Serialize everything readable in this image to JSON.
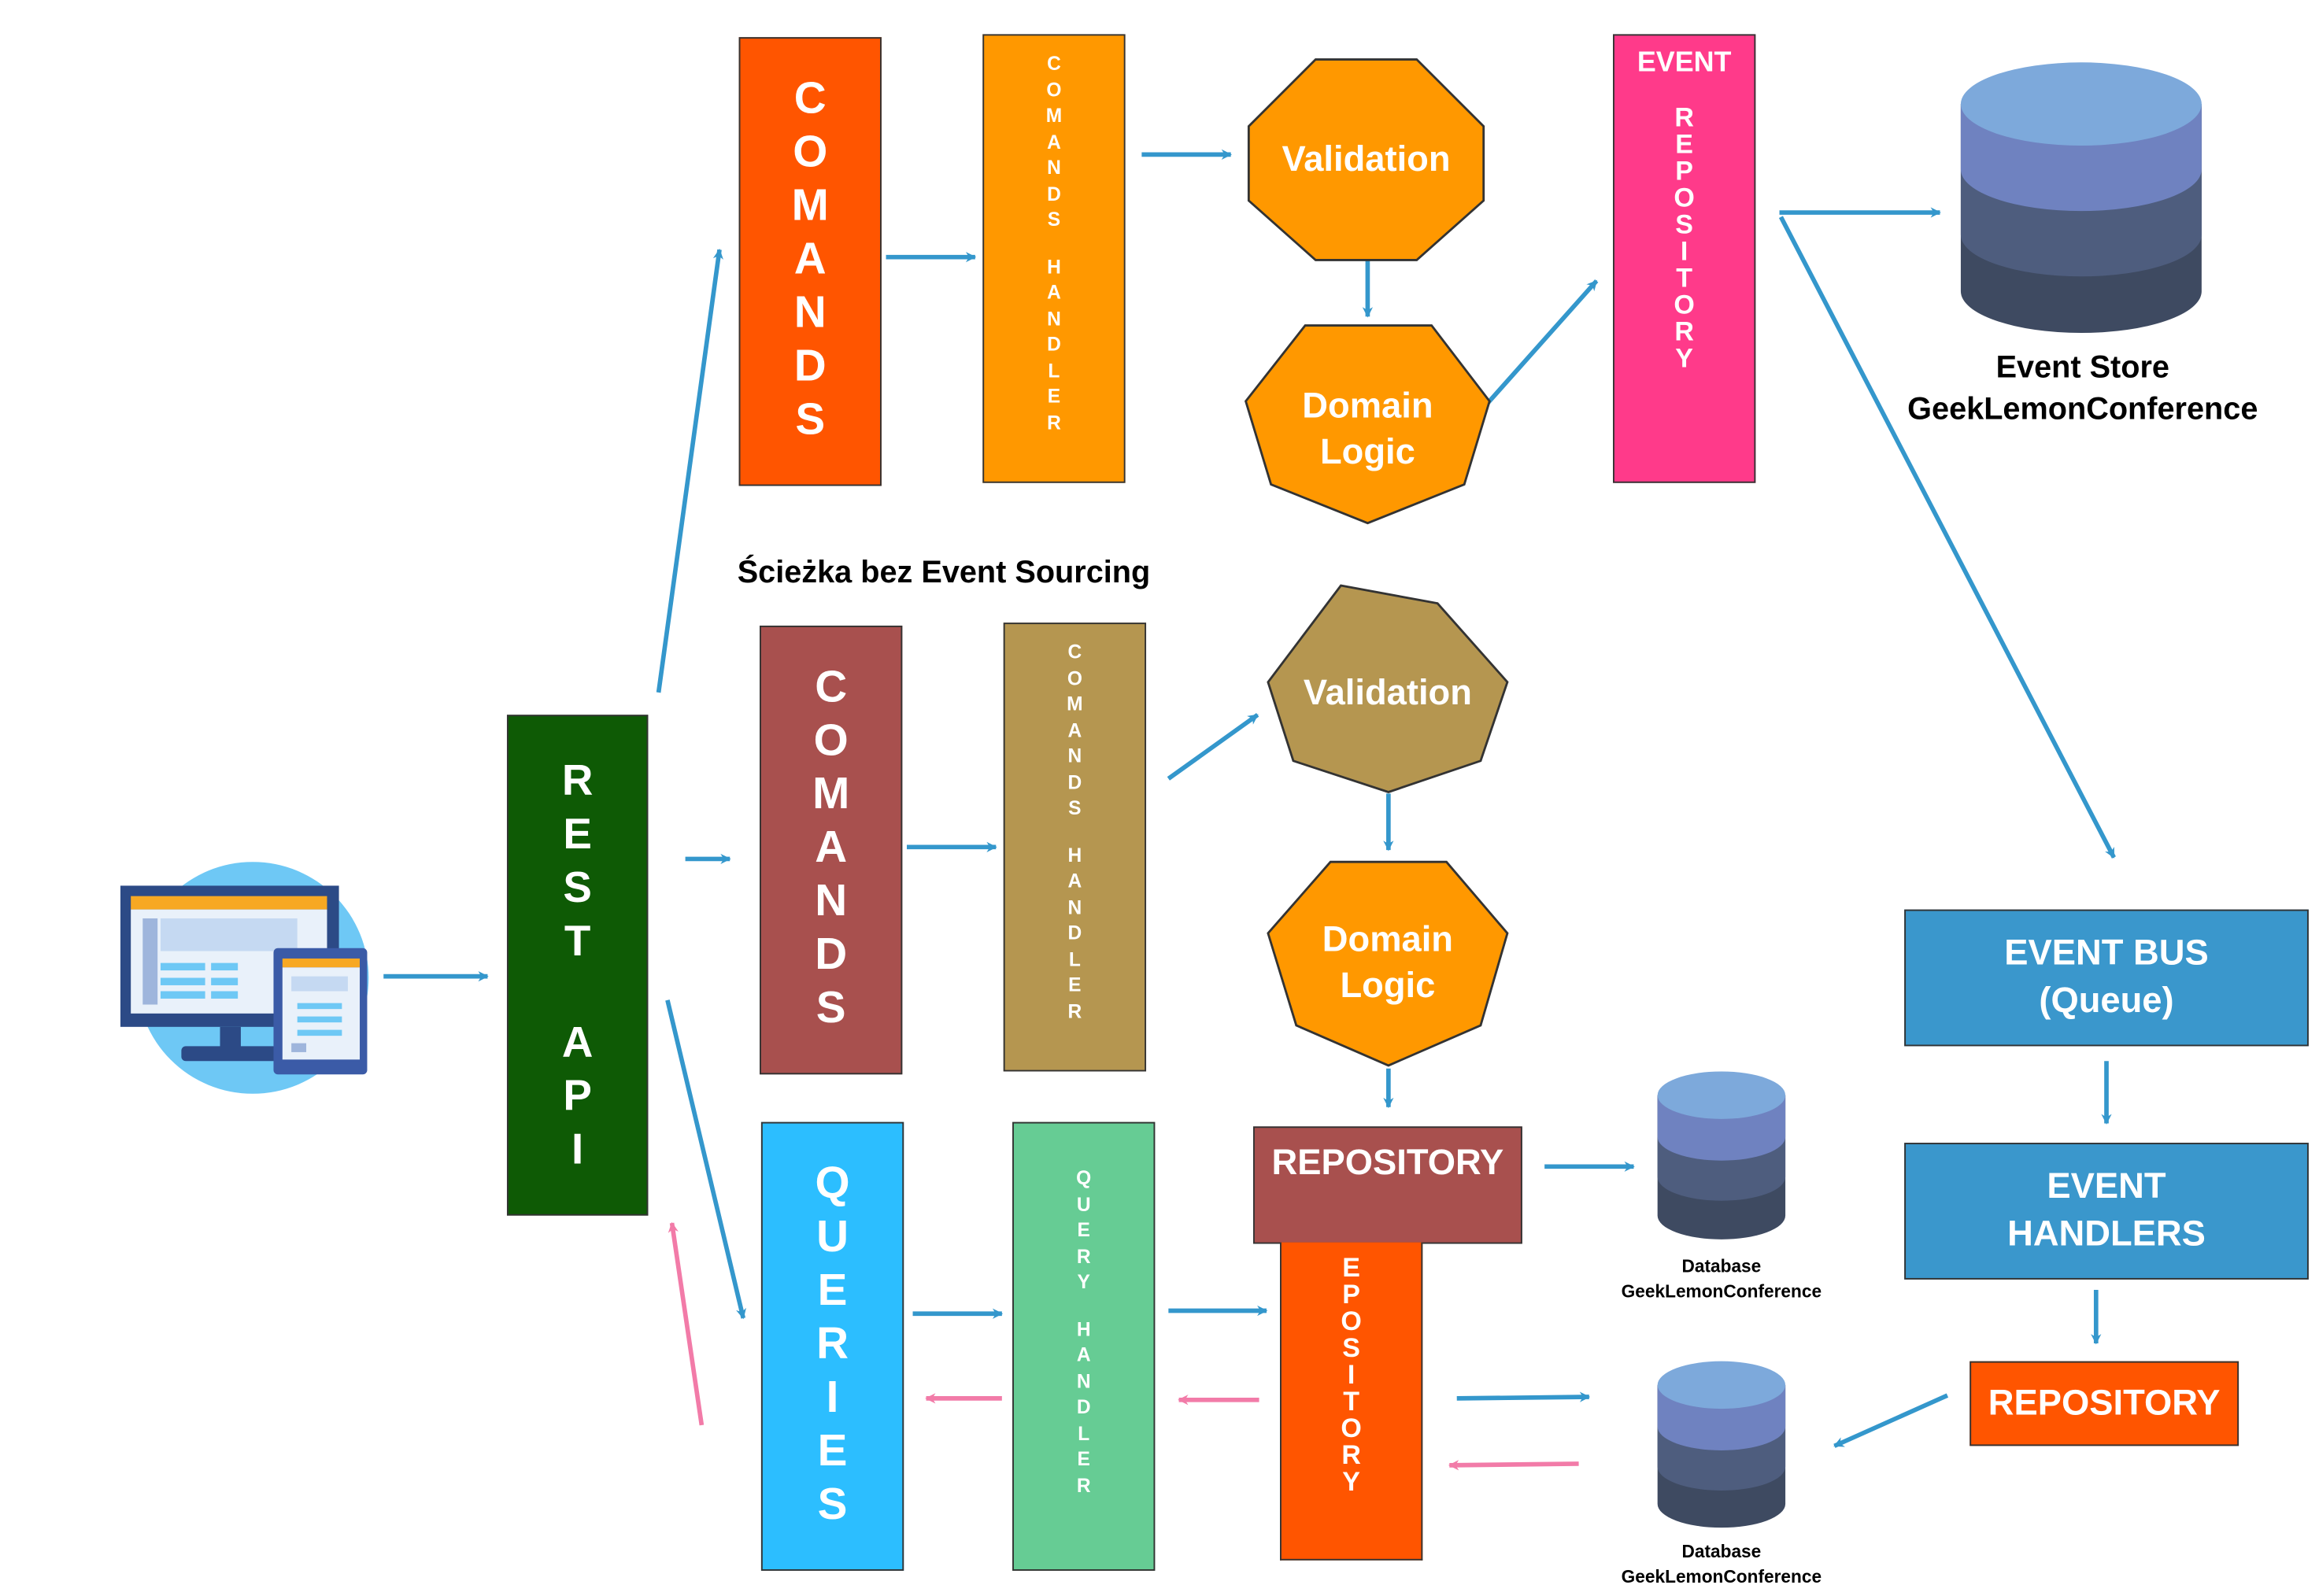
{
  "colors": {
    "arrow_blue": "#3497CC",
    "arrow_pink": "#F27BA8",
    "rest_api": "#0E5A05",
    "es_commands": "#FF5500",
    "es_handler": "#FF9800",
    "es_shape": "#FF9800",
    "event_repository": "#FF3A8A",
    "nes_commands": "#A8504E",
    "nes_handler": "#B59650",
    "nes_validation": "#B59650",
    "nes_domain_logic": "#FF9800",
    "queries": "#2CBEFF",
    "query_handler": "#66CC94",
    "repository_red": "#A8504E",
    "epository": "#FF5500",
    "event_bus": "#3A97CC",
    "event_handlers": "#3A97CC",
    "repository_orange": "#FF5500",
    "db_top": "#7DA9DB",
    "db_mid": "#6F82C0",
    "db_mid2": "#4E5D7E",
    "db_bottom": "#3E4A61"
  },
  "icons": {
    "client": "desktop-and-tablet-icon"
  },
  "rest_api": {
    "label": "REST API"
  },
  "event_sourcing": {
    "commands": "COMANDS",
    "commands_handler": "COMANDS HANDLER",
    "validation": "Validation",
    "domain_logic": "Domain Logic",
    "event_repository_top": "EVENT",
    "event_repository": "REPOSITORY",
    "event_store_line1": "Event Store",
    "event_store_line2": "GeekLemonConference"
  },
  "non_event_sourcing": {
    "title": "Ścieżka bez Event Sourcing",
    "commands": "COMANDS",
    "commands_handler": "COMANDS HANDLER",
    "validation": "Validation",
    "domain_logic": "Domain Logic",
    "repository": "REPOSITORY",
    "database_line1": "Database",
    "database_line2": "GeekLemonConference"
  },
  "queries_path": {
    "queries": "QUERIES",
    "query_handler": "QUERY HANDLER",
    "epository": "EPOSITORY",
    "database_line1": "Database",
    "database_line2": "GeekLemonConference"
  },
  "event_bus_path": {
    "event_bus_line1": "EVENT BUS",
    "event_bus_line2": "(Queue)",
    "event_handlers_line1": "EVENT",
    "event_handlers_line2": "HANDLERS",
    "repository": "REPOSITORY"
  }
}
